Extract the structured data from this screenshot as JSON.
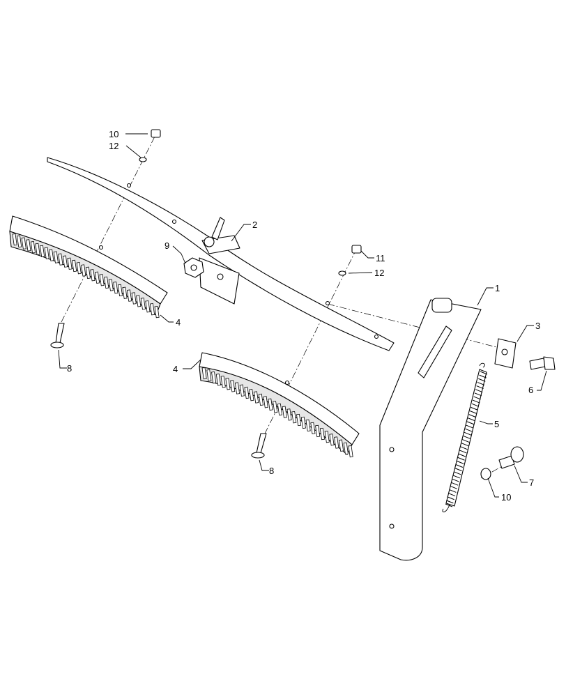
{
  "callouts": [
    {
      "id": "c1",
      "text": "1"
    },
    {
      "id": "c2",
      "text": "2"
    },
    {
      "id": "c3",
      "text": "3"
    },
    {
      "id": "c4a",
      "text": "4"
    },
    {
      "id": "c4b",
      "text": "4"
    },
    {
      "id": "c5",
      "text": "5"
    },
    {
      "id": "c6",
      "text": "6"
    },
    {
      "id": "c7",
      "text": "7"
    },
    {
      "id": "c8a",
      "text": "8"
    },
    {
      "id": "c8b",
      "text": "8"
    },
    {
      "id": "c9",
      "text": "9"
    },
    {
      "id": "c10a",
      "text": "10"
    },
    {
      "id": "c10b",
      "text": "10"
    },
    {
      "id": "c11",
      "text": "11"
    },
    {
      "id": "c12a",
      "text": "12"
    },
    {
      "id": "c12b",
      "text": "12"
    }
  ]
}
